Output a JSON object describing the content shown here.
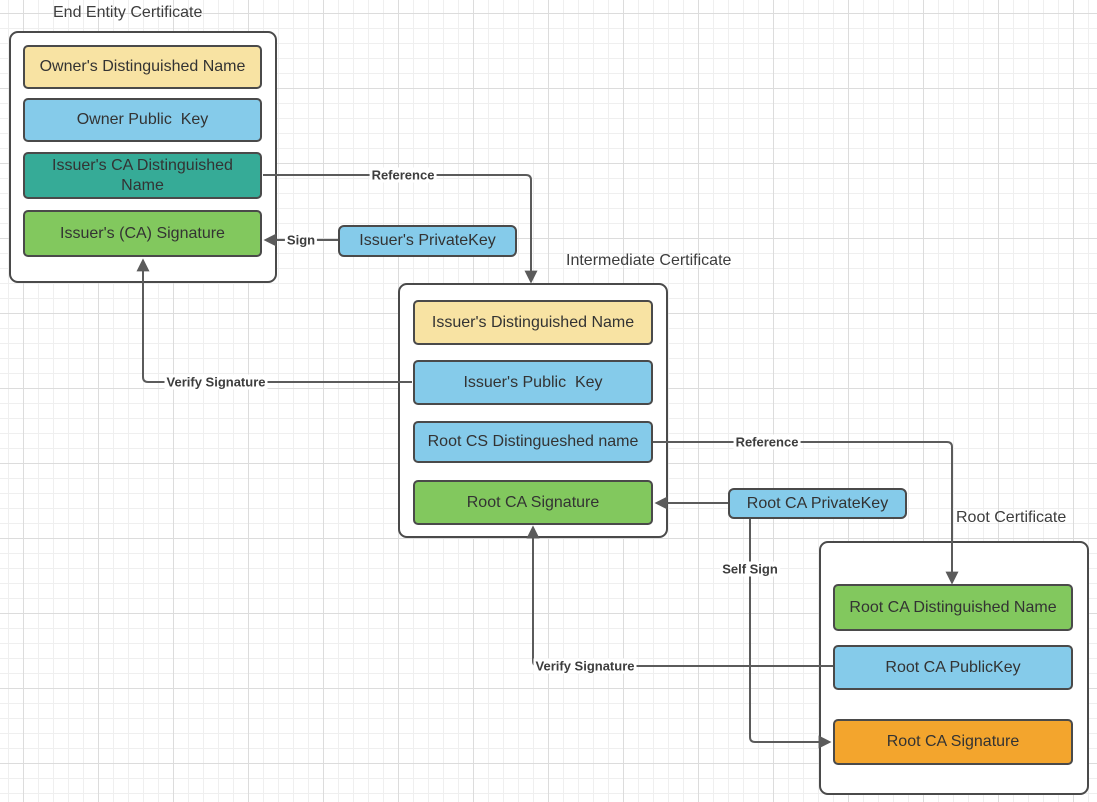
{
  "colors": {
    "line": "#5B5B5B",
    "shape_border": "#4A4A4A",
    "yellow": "#F8E3A3",
    "blue": "#85CBEA",
    "teal": "#36AB97",
    "green": "#82C85E",
    "orange": "#F3A52D"
  },
  "certificates": [
    {
      "title": "End Entity Certificate",
      "fields": [
        {
          "label": "Owner's Distinguished Name",
          "color": "#F8E3A3"
        },
        {
          "label": "Owner Public  Key",
          "color": "#85CBEA"
        },
        {
          "label": "Issuer's CA Distinguished Name",
          "color": "#36AB97"
        },
        {
          "label": "Issuer's (CA) Signature",
          "color": "#82C85E"
        }
      ]
    },
    {
      "title": "Intermediate Certificate",
      "fields": [
        {
          "label": "Issuer's Distinguished Name",
          "color": "#F8E3A3"
        },
        {
          "label": "Issuer's Public  Key",
          "color": "#85CBEA"
        },
        {
          "label": "Root CS Distingueshed name",
          "color": "#85CBEA"
        },
        {
          "label": "Root CA Signature",
          "color": "#82C85E"
        }
      ]
    },
    {
      "title": "Root Certificate",
      "fields": [
        {
          "label": "Root CA Distinguished Name",
          "color": "#82C85E"
        },
        {
          "label": "Root CA PublicKey",
          "color": "#85CBEA"
        },
        {
          "label": "Root CA Signature",
          "color": "#F3A52D"
        }
      ]
    }
  ],
  "keys": [
    {
      "label": "Issuer's PrivateKey",
      "color": "#85CBEA"
    },
    {
      "label": "Root CA PrivateKey",
      "color": "#85CBEA"
    }
  ],
  "connector_labels": {
    "reference_1": "Reference",
    "sign": "Sign",
    "verify_signature_1": "Verify Signature",
    "reference_2": "Reference",
    "self_sign": "Self Sign",
    "verify_signature_2": "Verify Signature"
  }
}
